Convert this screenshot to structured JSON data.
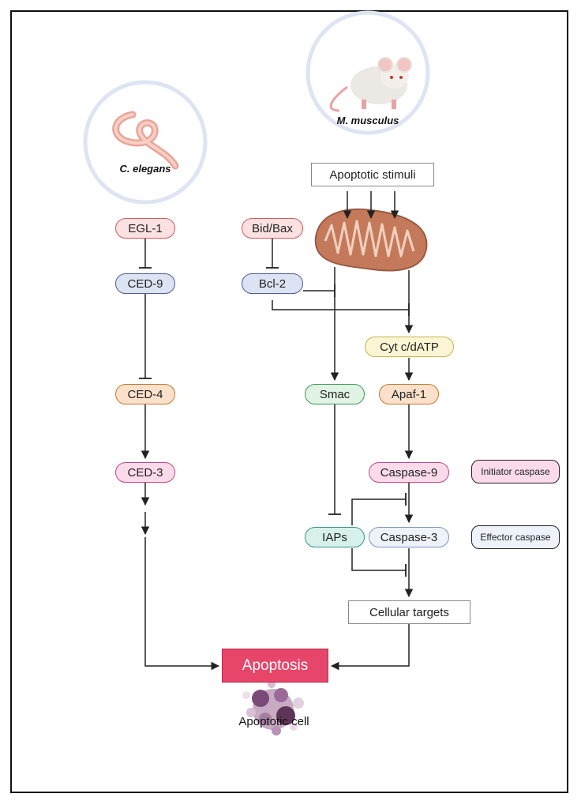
{
  "organisms": {
    "worm_label": "C. elegans",
    "mouse_label": "M. musculus"
  },
  "worm_pathway": {
    "egl1": "EGL-1",
    "ced9": "CED-9",
    "ced4": "CED-4",
    "ced3": "CED-3"
  },
  "mouse_pathway": {
    "stimuli": "Apoptotic stimuli",
    "bid_bax": "Bid/Bax",
    "bcl2": "Bcl-2",
    "cytc": "Cyt c/dATP",
    "smac": "Smac",
    "apaf1": "Apaf-1",
    "caspase9": "Caspase-9",
    "iaps": "IAPs",
    "caspase3": "Caspase-3",
    "targets": "Cellular targets"
  },
  "tags": {
    "initiator": "Initiator caspase",
    "effector": "Effector caspase"
  },
  "outcome": {
    "apoptosis": "Apoptosis",
    "cell_caption": "Apoptotic cell"
  },
  "colors": {
    "apoptosis_fill": "#e8456a",
    "mitochondrion": "#c47a5a",
    "circle_ring": "#dde4f3"
  }
}
